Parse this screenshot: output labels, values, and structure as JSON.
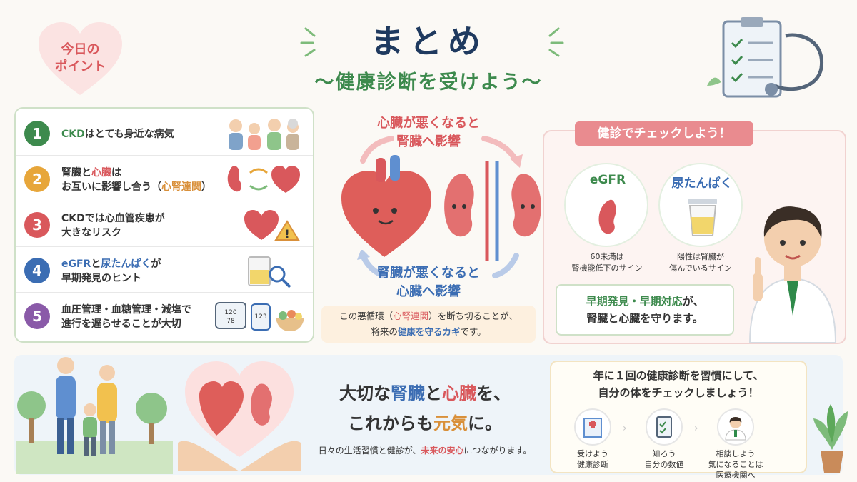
{
  "header": {
    "badge": [
      "今日の",
      "ポイント"
    ],
    "title": "まとめ",
    "subtitle": "〜健康診断を受けよう〜"
  },
  "points": [
    {
      "num": "1",
      "color": "#3d8a4d",
      "line1_a": "CKD",
      "line1_b": "はとても身近な病気",
      "line2": ""
    },
    {
      "num": "2",
      "color": "#e7a63a",
      "line1_a": "腎臓と",
      "line1_hl": "心臓",
      "line1_b": "は",
      "line2_a": "お互いに影響し合う（",
      "line2_hl": "心腎連関",
      "line2_b": "）"
    },
    {
      "num": "3",
      "color": "#d9585c",
      "line1": "CKDでは心血管疾患が",
      "line2": "大きなリスク"
    },
    {
      "num": "4",
      "color": "#3b6db3",
      "line1_a": "eGFR",
      "line1_m": "と",
      "line1_b": "尿たんぱく",
      "line1_c": "が",
      "line2": "早期発見のヒント"
    },
    {
      "num": "5",
      "color": "#8a5aa8",
      "line1": "血圧管理・血糖管理・減塩で",
      "line2": "進行を遅らせることが大切"
    }
  ],
  "center": {
    "top": [
      "心臓が悪くなると",
      "腎臓へ影響"
    ],
    "bottom": [
      "腎臓が悪くなると",
      "心臓へ影響"
    ],
    "note_a": "この悪循環（",
    "note_hl": "心腎連関",
    "note_b": "）を断ち切ることが、",
    "note2_a": "将来の",
    "note2_hl": "健康を守るカギ",
    "note2_b": "です。"
  },
  "check": {
    "title": "健診でチェックしよう！",
    "egfr_label": "eGFR",
    "egfr_cap": [
      "60未満は",
      "腎機能低下のサイン"
    ],
    "urine_label": "尿たんぱく",
    "urine_cap": [
      "陽性は腎臓が",
      "傷んでいるサイン"
    ],
    "protect_hl": "早期発見・早期対応",
    "protect_a": "が、",
    "protect2": "腎臓と心臓を守ります。",
    "monitor_a": "120",
    "monitor_b": "78",
    "glucose": "123"
  },
  "bottom": {
    "msg_a": "大切な",
    "msg_kidney": "腎臓",
    "msg_and": "と",
    "msg_heart": "心臓",
    "msg_wo": "を、",
    "msg2_a": "これからも",
    "msg2_hl": "元気",
    "msg2_b": "に。",
    "sub_a": "日々の生活習慣と健診が、",
    "sub_hl": "未来の安心",
    "sub_b": "につながります。",
    "habit_title": [
      "年に１回の健康診断を習慣にして、",
      "自分の体をチェックしましょう！"
    ],
    "steps": [
      {
        "cap1": "受けよう",
        "cap2": "健康診断"
      },
      {
        "cap1": "知ろう",
        "cap2": "自分の数値"
      },
      {
        "cap1": "相談しよう",
        "cap2": "気になることは",
        "cap3": "医療機関へ"
      }
    ]
  }
}
